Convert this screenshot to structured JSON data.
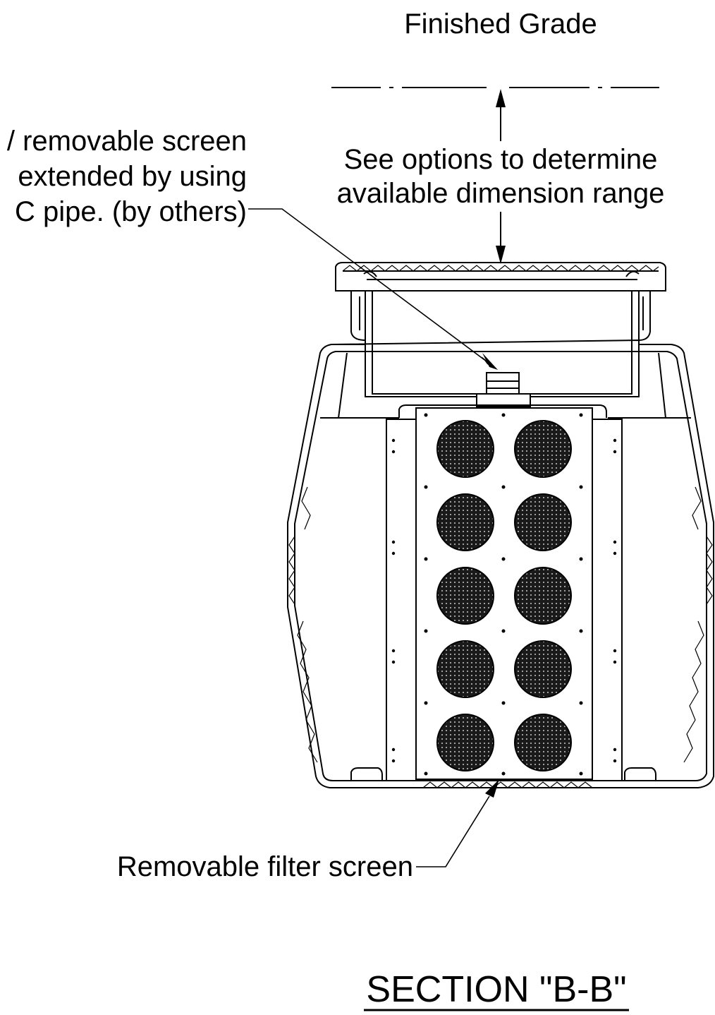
{
  "labels": {
    "finished_grade": "Finished Grade",
    "see_options_line1": "See options to determine",
    "see_options_line2": "available dimension range",
    "left_line1": "/ removable screen",
    "left_line2": "extended by using",
    "left_line3": "C pipe. (by others)",
    "filter_screen": "Removable filter screen",
    "section_title": "SECTION \"B-B\""
  },
  "colors": {
    "ink": "#000000",
    "paper": "#ffffff",
    "screen_fill": "#1a1a1a"
  }
}
